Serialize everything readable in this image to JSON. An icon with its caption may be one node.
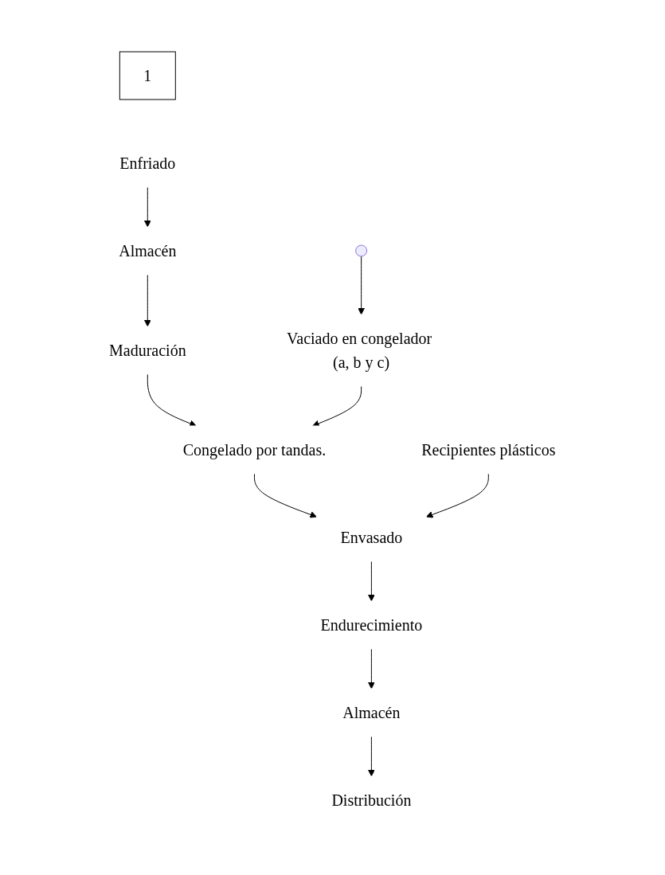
{
  "diagram": {
    "nodes": [
      {
        "text": [
          "1"
        ]
      },
      {
        "text": [
          "Enfriado"
        ]
      },
      {
        "text": [
          "Almacén"
        ]
      },
      {
        "text": [
          "Maduración"
        ]
      },
      {
        "text": [
          "Congelado por tandas."
        ]
      },
      {
        "text": [
          "Envasado"
        ]
      },
      {
        "text": [
          "Endurecimiento"
        ]
      },
      {
        "text": [
          "Almacén"
        ]
      },
      {
        "text": [
          "Distribución"
        ]
      },
      {
        "text": [],
        "shape": "circle"
      },
      {
        "text": [
          "Vaciado en congelador (a, b y c)"
        ]
      },
      {
        "text": [
          "Recipientes plásticos"
        ]
      }
    ],
    "edges": [
      {
        "from": 1,
        "to": 2,
        "arrow": "to"
      },
      {
        "from": 2,
        "to": 3,
        "arrow": "to"
      },
      {
        "from": 3,
        "to": 4,
        "arrow": "to"
      },
      {
        "from": 4,
        "to": 5,
        "arrow": "to"
      },
      {
        "from": 5,
        "to": 6,
        "arrow": "to"
      },
      {
        "from": 6,
        "to": 7,
        "arrow": "to"
      },
      {
        "from": 7,
        "to": 8,
        "arrow": "to"
      },
      {
        "from": 9,
        "to": 10,
        "arrow": "to"
      },
      {
        "from": 10,
        "to": 4,
        "arrow": "to"
      },
      {
        "from": 11,
        "to": 5,
        "arrow": "to"
      }
    ]
  }
}
